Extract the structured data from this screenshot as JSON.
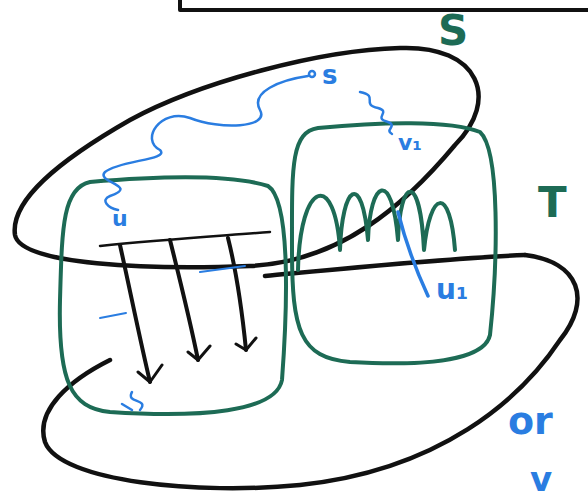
{
  "diagram": {
    "labels": [
      "S",
      "T",
      "s",
      "v₁",
      "u",
      "u₁",
      "or",
      "v"
    ]
  }
}
